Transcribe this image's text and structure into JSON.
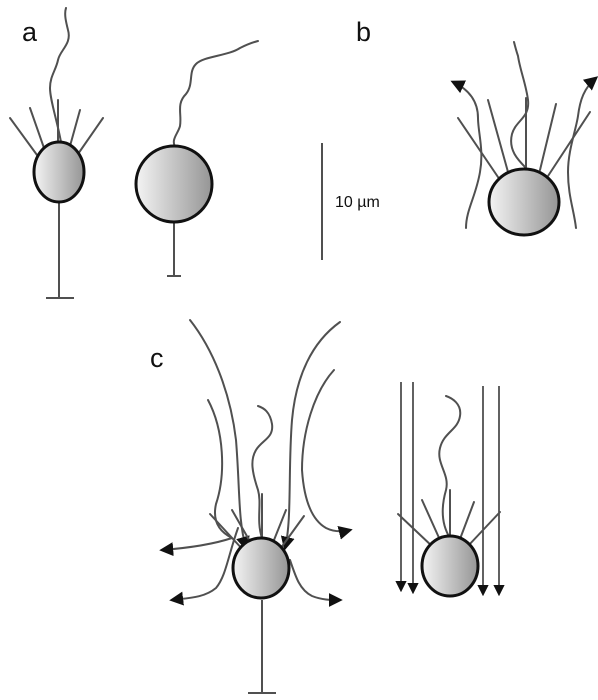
{
  "figure": {
    "panel_labels": {
      "a": "a",
      "b": "b",
      "c": "c"
    },
    "scale_bar": {
      "label": "10 µm"
    },
    "colors": {
      "cell_light": "#f2f2f2",
      "cell_dark": "#9a9a9a",
      "outline": "#111111",
      "process": "#505050",
      "arrow": "#111111",
      "background": "#ffffff"
    }
  }
}
